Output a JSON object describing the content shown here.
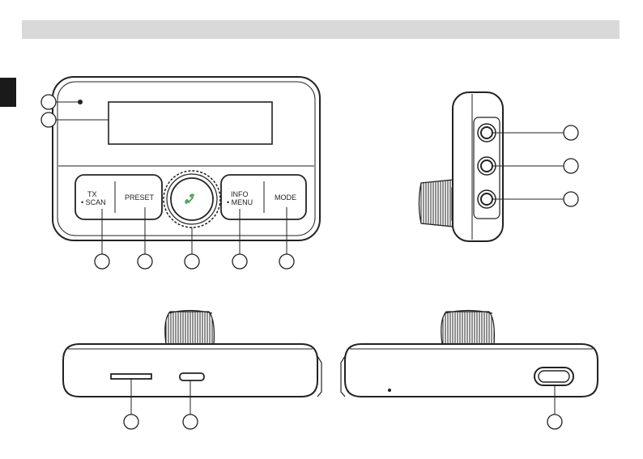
{
  "buttons": {
    "tx_line1": "TX",
    "tx_line2": "• SCAN",
    "preset": "PRESET",
    "info_line1": "INFO",
    "info_line2": "• MENU",
    "mode": "MODE"
  },
  "colors": {
    "header_bar": "#d9d9d9",
    "side_tab": "#1a1a1a",
    "call_icon": "#4caf50",
    "outline": "#222222"
  },
  "icons": {
    "call_knob": "phone-handset-icon"
  }
}
